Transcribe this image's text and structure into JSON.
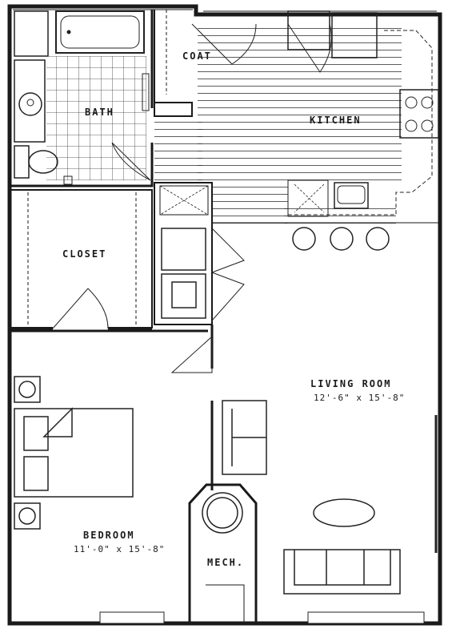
{
  "colors": {
    "wall": "#1a1a1a",
    "background": "#ffffff",
    "line": "#222222"
  },
  "rooms": {
    "bath": {
      "name": "BATH"
    },
    "coat": {
      "name": "COAT"
    },
    "kitchen": {
      "name": "KITCHEN"
    },
    "closet": {
      "name": "CLOSET"
    },
    "living_room": {
      "name": "LIVING ROOM",
      "dimensions": "12'-6\" x 15'-8\""
    },
    "bedroom": {
      "name": "BEDROOM",
      "dimensions": "11'-0\" x 15'-8\""
    },
    "mech": {
      "name": "MECH."
    }
  }
}
